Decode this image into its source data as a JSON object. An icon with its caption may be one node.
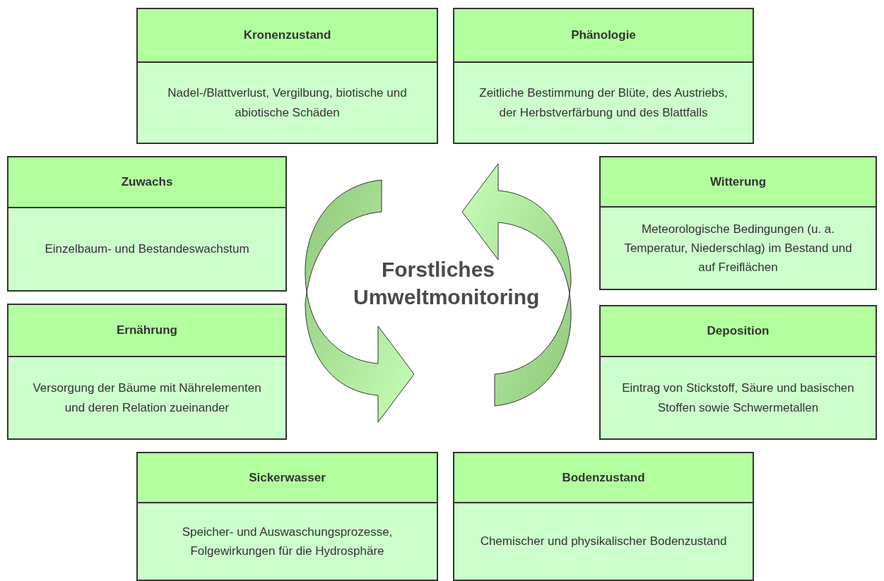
{
  "diagram": {
    "title": "Forstliches Umweltmonitoring",
    "nodes": [
      {
        "text": [
          "Kronenzustand",
          "Nadel-/Blattverlust, Vergilbung, biotische und abiotische Schäden"
        ]
      },
      {
        "text": [
          "Phänologie",
          "Zeitliche Bestimmung der Blüte, des Austriebs, der Herbstverfärbung und des Blattfalls"
        ]
      },
      {
        "text": [
          "Zuwachs",
          "Einzelbaum- und Bestandeswachstum"
        ]
      },
      {
        "text": [
          "Witterung",
          "Meteorologische Bedingungen (u. a. Temperatur, Niederschlag) im Bestand und auf Freiflächen"
        ]
      },
      {
        "text": [
          "Ernährung",
          "Versorgung der Bäume mit Nährelementen und deren Relation zueinander"
        ]
      },
      {
        "text": [
          "Deposition",
          "Eintrag von Stickstoff, Säure und basischen Stoffen sowie Schwermetallen"
        ]
      },
      {
        "text": [
          "Sickerwasser",
          "Speicher- und Auswaschungsprozesse, Folgewirkungen für die Hydrosphäre"
        ]
      },
      {
        "text": [
          "Bodenzustand",
          "Chemischer und physikalischer Bodenzustand"
        ]
      }
    ]
  }
}
